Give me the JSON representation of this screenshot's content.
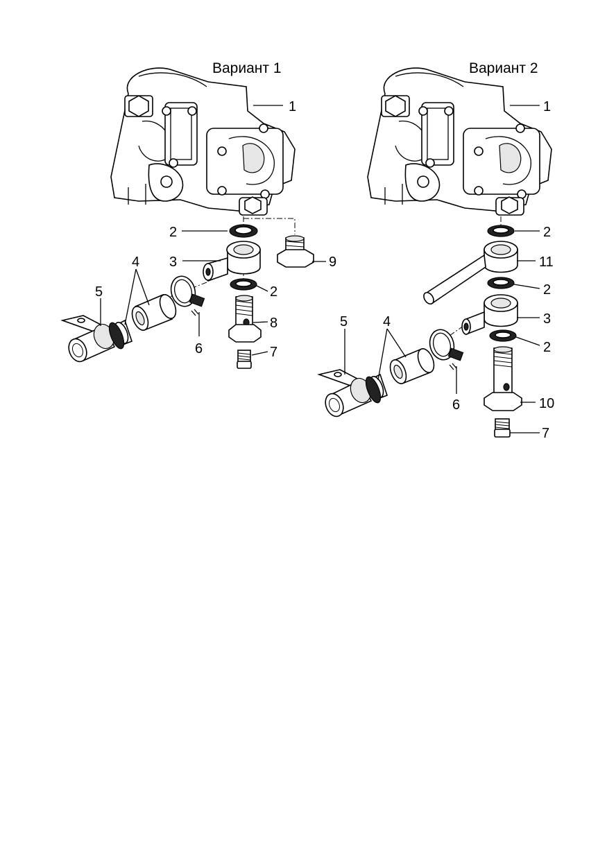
{
  "variants": [
    {
      "title": "Вариант 1",
      "labels": {
        "l1": "1",
        "l2a": "2",
        "l2b": "2",
        "l3": "3",
        "l4": "4",
        "l5": "5",
        "l6": "6",
        "l7": "7",
        "l8": "8",
        "l9": "9"
      }
    },
    {
      "title": "Вариант 2",
      "labels": {
        "l1": "1",
        "l2a": "2",
        "l2b": "2",
        "l2c": "2",
        "l3": "3",
        "l4": "4",
        "l5": "5",
        "l6": "6",
        "l7": "7",
        "l10": "10",
        "l11": "11"
      }
    }
  ]
}
